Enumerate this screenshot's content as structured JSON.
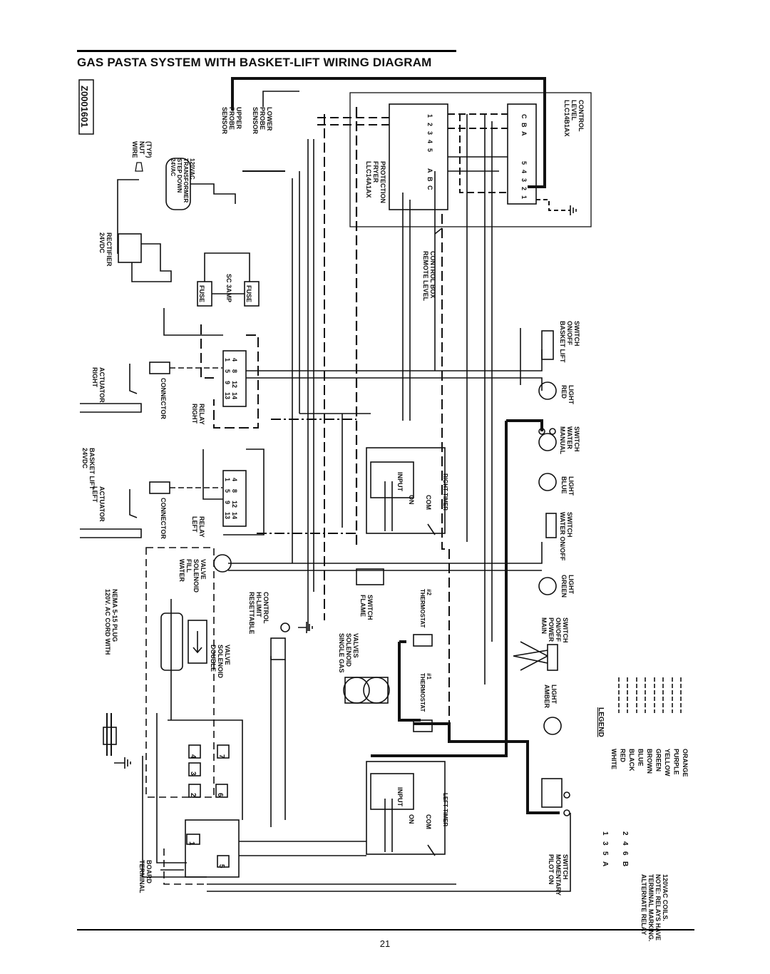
{
  "page": {
    "title": "GAS PASTA SYSTEM WITH BASKET-LIFT WIRING DIAGRAM",
    "page_number": "21"
  },
  "diagram": {
    "drawing_id": "Z0001601",
    "labels": {
      "sensor_upper": [
        "SENSOR",
        "PROBE",
        "UPPER"
      ],
      "sensor_lower": [
        "SENSOR",
        "PROBE",
        "LOWER"
      ],
      "wire_nut": [
        "WIRE",
        "NUT",
        "(TYP)"
      ],
      "transformer": [
        "24VAC",
        "STEP DOWN",
        "TRANSFORMER",
        "120VAC"
      ],
      "rectifier": [
        "24VDC",
        "RECTIFIER"
      ],
      "fuse_left": "FUSE",
      "fuse_right": "FUSE",
      "fuse_rating": "SC 3AMP",
      "fryer_protection": [
        "LLC14A1AX",
        "FRYER",
        "PROTECTION"
      ],
      "level_control": [
        "LLC14B1AX",
        "LEVEL",
        "CONTROL"
      ],
      "remote_box": [
        "REMOTE LEVEL",
        "CONTROL BOX"
      ],
      "right_actuator": [
        "RIGHT",
        "ACTUATOR"
      ],
      "right_connector": "CONNECTOR",
      "right_relay": [
        "RIGHT",
        "RELAY"
      ],
      "basket_lift": [
        "24VDC",
        "BASKET LIFT"
      ],
      "left_actuator": [
        "LEFT",
        "ACTUATOR"
      ],
      "left_connector": "CONNECTOR",
      "left_relay": [
        "LEFT",
        "RELAY"
      ],
      "basket_lift_switch": [
        "BASKET LIFT",
        "ON/OFF",
        "SWITCH"
      ],
      "red_light": [
        "RED",
        "LIGHT"
      ],
      "manual_water_switch": [
        "MANUAL",
        "WATER",
        "SWITCH"
      ],
      "blue_light": [
        "BLUE",
        "LIGHT"
      ],
      "water_switch": [
        "WATER ON/OFF",
        "SWITCH"
      ],
      "green_light": [
        "GREEN",
        "LIGHT"
      ],
      "main_power_switch": [
        "MAIN",
        "POWER",
        "ON/OFF",
        "SWITCH"
      ],
      "amber_light": [
        "AMBER",
        "LIGHT"
      ],
      "pilot_switch": [
        "PILOT ON",
        "MOMENTARY",
        "SWITCH"
      ],
      "right_timer": "RIGHT TIMER",
      "left_timer": "LEFT TIMER",
      "timer_input": "INPUT",
      "timer_on": "ON",
      "timer_com": "COM",
      "water_fill_valve": [
        "WATER",
        "FILL",
        "SOLENOID",
        "VALVE"
      ],
      "hi_limit": [
        "RESETTABLE",
        "HI-LIMIT",
        "CONTROL"
      ],
      "flame_switch": [
        "FLAME",
        "SWITCH"
      ],
      "thermostat_2": [
        "THERMOSTAT",
        "#2"
      ],
      "thermostat_1": [
        "THERMOSTAT",
        "#1"
      ],
      "single_gas_valves": [
        "SINGLE GAS",
        "SOLENOID",
        "VALVES"
      ],
      "double_valve": [
        "DOUBLE",
        "SOLENOID",
        "VALVE"
      ],
      "ac_cord": [
        "120V. AC CORD WITH",
        "NEMA 5-15 PLUG"
      ],
      "terminal_board": [
        "TERMINAL",
        "BOARD"
      ],
      "alternate_relay": [
        "ALTERNATE RELAY",
        "TERMINAL MARKING.",
        "NOTE: RELAYS HAVE",
        "120VAC COILS."
      ],
      "relay_row_a": [
        "A",
        "5",
        "3",
        "1"
      ],
      "relay_row_b": [
        "B",
        "6",
        "4",
        "2"
      ],
      "protection_pins": [
        "A",
        "B",
        "C"
      ],
      "protection_pins_top": [
        "1",
        "2",
        "3",
        "4",
        "5"
      ],
      "level_pins": [
        "C",
        "B",
        "A"
      ],
      "level_pins_2": [
        "5",
        "4",
        "3",
        "2",
        "1"
      ],
      "relay_pins_1": [
        "13",
        "9",
        "5",
        "1"
      ],
      "relay_pins_2": [
        "14",
        "12",
        "8",
        "4"
      ],
      "terminal_numbers": [
        "1",
        "2",
        "3",
        "4",
        "5",
        "6",
        "7"
      ]
    },
    "legend": {
      "title": "LEGEND",
      "items": [
        "WHITE",
        "RED",
        "BLACK",
        "BLUE",
        "BROWN",
        "GREEN",
        "YELLOW",
        "PURPLE",
        "ORANGE"
      ]
    }
  }
}
